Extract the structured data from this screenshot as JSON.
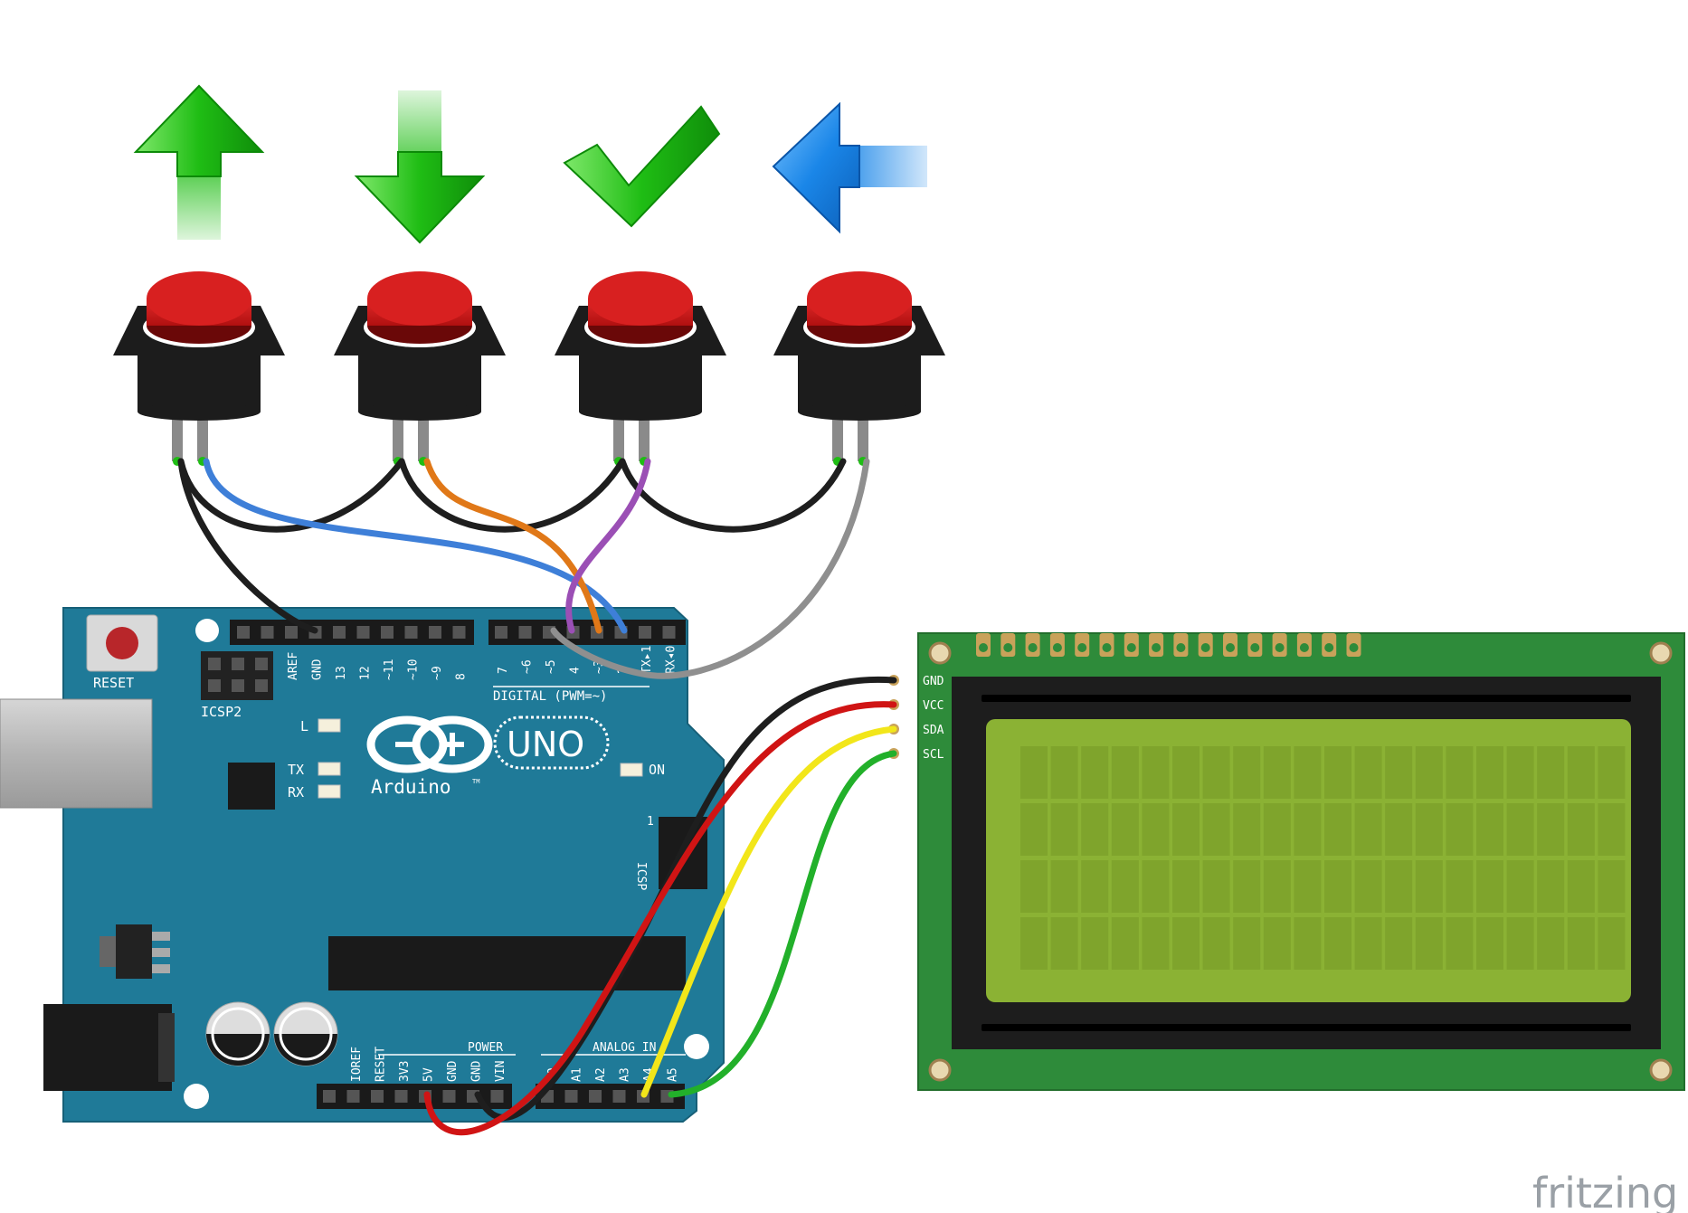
{
  "icons": [
    {
      "name": "up-arrow-icon",
      "semantic": "arrow-up",
      "color": "#22c31a"
    },
    {
      "name": "down-arrow-icon",
      "semantic": "arrow-down",
      "color": "#22c31a"
    },
    {
      "name": "check-mark-icon",
      "semantic": "check",
      "color": "#22c31a"
    },
    {
      "name": "left-arrow-icon",
      "semantic": "arrow-left",
      "color": "#1a86e8"
    }
  ],
  "board": {
    "color": "#1f7a98",
    "reset_label": "RESET",
    "icsp2_label": "ICSP2",
    "icsp_label": "ICSP",
    "icsp_pin1_label": "1",
    "uno_label": "UNO",
    "brand_label": "Arduino",
    "tm_label": "TM",
    "led_l": "L",
    "led_tx": "TX",
    "led_rx": "RX",
    "led_on": "ON",
    "digital_label": "DIGITAL (PWM=~)",
    "power_label": "POWER",
    "analog_label": "ANALOG IN",
    "digital_pins_left": [
      "AREF",
      "GND",
      "13",
      "12",
      "~11",
      "~10",
      "~9",
      "8"
    ],
    "digital_pins_right": [
      "7",
      "~6",
      "~5",
      "4",
      "~3",
      "2",
      "TX▸1",
      "RX◂0"
    ],
    "power_pins": [
      "IOREF",
      "RESET",
      "3V3",
      "5V",
      "GND",
      "GND",
      "VIN"
    ],
    "analog_pins": [
      "A0",
      "A1",
      "A2",
      "A3",
      "A4",
      "A5"
    ]
  },
  "lcd": {
    "pcb_color": "#2e8b3a",
    "screen_color": "#8bb234",
    "pins": [
      "GND",
      "VCC",
      "SDA",
      "SCL"
    ]
  },
  "wires": {
    "black": "#1e1e1e",
    "blue": "#3e7fd8",
    "orange": "#e07818",
    "purple": "#9b4fb5",
    "gray": "#8f8f8f",
    "red": "#d01414",
    "yellow": "#f2e61a",
    "green": "#22b02a"
  },
  "watermark": "fritzing"
}
